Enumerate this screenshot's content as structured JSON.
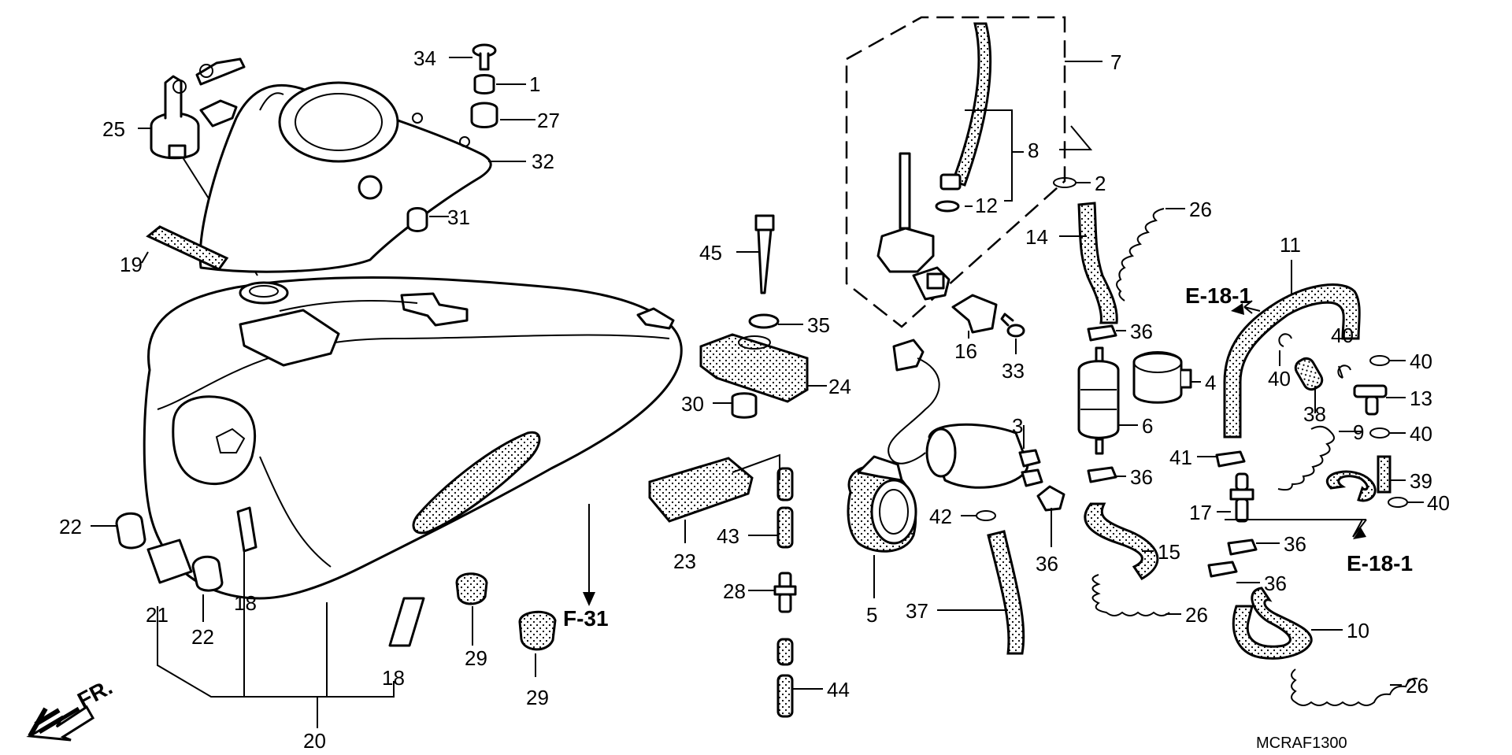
{
  "code": "MCRAF1300",
  "front_label": "FR.",
  "refs": [
    "E-18-1",
    "E-18-1",
    "F-31"
  ],
  "callouts": [
    "34",
    "1",
    "27",
    "25",
    "32",
    "31",
    "19",
    "45",
    "35",
    "24",
    "30",
    "23",
    "43",
    "28",
    "44",
    "22",
    "21",
    "22",
    "18",
    "18",
    "29",
    "29",
    "20",
    "7",
    "8",
    "12",
    "2",
    "26",
    "14",
    "36",
    "16",
    "33",
    "11",
    "4",
    "6",
    "3",
    "41",
    "36",
    "5",
    "42",
    "37",
    "36",
    "15",
    "26",
    "17",
    "36",
    "36",
    "10",
    "26",
    "38",
    "40",
    "40",
    "40",
    "13",
    "9",
    "40",
    "39",
    "40"
  ]
}
